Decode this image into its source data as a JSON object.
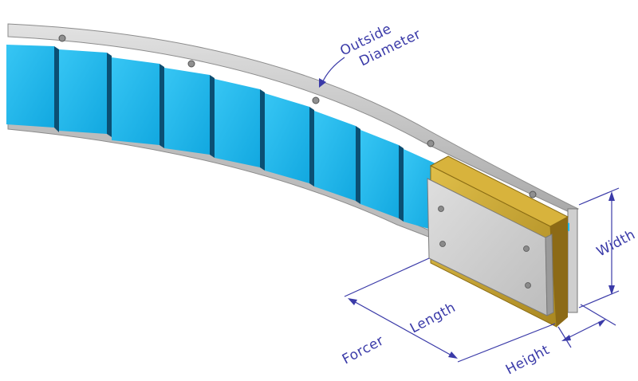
{
  "labels": {
    "outside": "Outside",
    "diameter": "Diameter",
    "forcer": "Forcer",
    "length": "Length",
    "width": "Width",
    "height": "Height"
  },
  "colors": {
    "magnet": "#1ab8ee",
    "magnet_side": "#0b4f73",
    "backiron": "#c8c8c8",
    "backiron_edge": "#8c8c8c",
    "forcer_plate": "#cfcfcf",
    "forcer_coil": "#c9a532",
    "dimension": "#3a3aa8"
  },
  "magnet_count": 9
}
